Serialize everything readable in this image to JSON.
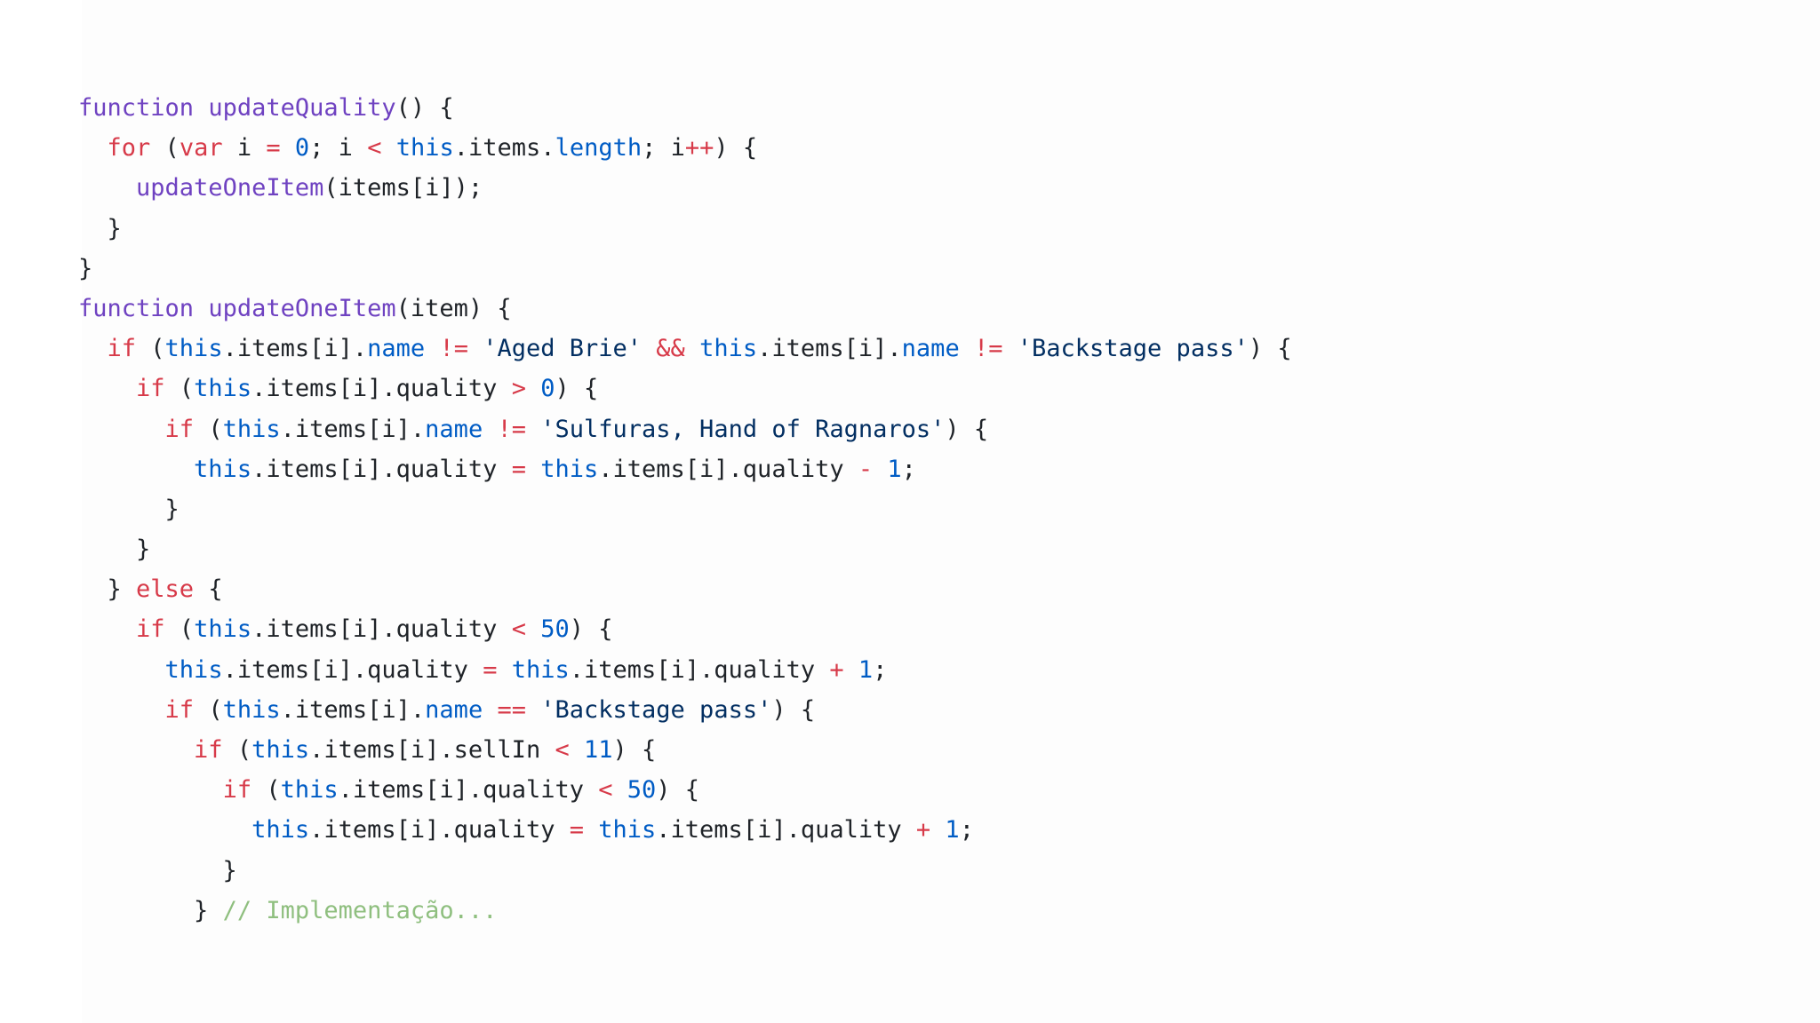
{
  "colors": {
    "plain": "#1f2328",
    "function_keyword": "#6f42c1",
    "function_name": "#6f42c1",
    "keyword": "#d73a49",
    "operator": "#d73a49",
    "this": "#005cc5",
    "property": "#005cc5",
    "number": "#005cc5",
    "string": "#032f62",
    "comment": "#8fbf7f"
  },
  "code": {
    "lines": [
      [
        [
          "fk",
          "function"
        ],
        [
          "p",
          " "
        ],
        [
          "fn",
          "updateQuality"
        ],
        [
          "p",
          "() {"
        ]
      ],
      [
        [
          "p",
          "  "
        ],
        [
          "kw",
          "for"
        ],
        [
          "p",
          " ("
        ],
        [
          "kw",
          "var"
        ],
        [
          "p",
          " i "
        ],
        [
          "op",
          "="
        ],
        [
          "p",
          " "
        ],
        [
          "num",
          "0"
        ],
        [
          "p",
          "; i "
        ],
        [
          "op",
          "<"
        ],
        [
          "p",
          " "
        ],
        [
          "th",
          "this"
        ],
        [
          "p",
          ".items."
        ],
        [
          "pr",
          "length"
        ],
        [
          "p",
          "; i"
        ],
        [
          "op",
          "++"
        ],
        [
          "p",
          ") {"
        ]
      ],
      [
        [
          "p",
          "    "
        ],
        [
          "fn",
          "updateOneItem"
        ],
        [
          "p",
          "(items[i]);"
        ]
      ],
      [
        [
          "p",
          "  }"
        ]
      ],
      [
        [
          "p",
          "}"
        ]
      ],
      [
        [
          "fk",
          "function"
        ],
        [
          "p",
          " "
        ],
        [
          "fn",
          "updateOneItem"
        ],
        [
          "p",
          "(item) {"
        ]
      ],
      [
        [
          "p",
          "  "
        ],
        [
          "kw",
          "if"
        ],
        [
          "p",
          " ("
        ],
        [
          "th",
          "this"
        ],
        [
          "p",
          ".items[i]."
        ],
        [
          "pr",
          "name"
        ],
        [
          "p",
          " "
        ],
        [
          "op",
          "!="
        ],
        [
          "p",
          " "
        ],
        [
          "st",
          "'Aged Brie'"
        ],
        [
          "p",
          " "
        ],
        [
          "op",
          "&&"
        ],
        [
          "p",
          " "
        ],
        [
          "th",
          "this"
        ],
        [
          "p",
          ".items[i]."
        ],
        [
          "pr",
          "name"
        ],
        [
          "p",
          " "
        ],
        [
          "op",
          "!="
        ],
        [
          "p",
          " "
        ],
        [
          "st",
          "'Backstage pass'"
        ],
        [
          "p",
          ") {"
        ]
      ],
      [
        [
          "p",
          "    "
        ],
        [
          "kw",
          "if"
        ],
        [
          "p",
          " ("
        ],
        [
          "th",
          "this"
        ],
        [
          "p",
          ".items[i].quality "
        ],
        [
          "op",
          ">"
        ],
        [
          "p",
          " "
        ],
        [
          "num",
          "0"
        ],
        [
          "p",
          ") {"
        ]
      ],
      [
        [
          "p",
          "      "
        ],
        [
          "kw",
          "if"
        ],
        [
          "p",
          " ("
        ],
        [
          "th",
          "this"
        ],
        [
          "p",
          ".items[i]."
        ],
        [
          "pr",
          "name"
        ],
        [
          "p",
          " "
        ],
        [
          "op",
          "!="
        ],
        [
          "p",
          " "
        ],
        [
          "st",
          "'Sulfuras, Hand of Ragnaros'"
        ],
        [
          "p",
          ") {"
        ]
      ],
      [
        [
          "p",
          "        "
        ],
        [
          "th",
          "this"
        ],
        [
          "p",
          ".items[i].quality "
        ],
        [
          "op",
          "="
        ],
        [
          "p",
          " "
        ],
        [
          "th",
          "this"
        ],
        [
          "p",
          ".items[i].quality "
        ],
        [
          "op",
          "-"
        ],
        [
          "p",
          " "
        ],
        [
          "num",
          "1"
        ],
        [
          "p",
          ";"
        ]
      ],
      [
        [
          "p",
          "      }"
        ]
      ],
      [
        [
          "p",
          "    }"
        ]
      ],
      [
        [
          "p",
          "  } "
        ],
        [
          "kw",
          "else"
        ],
        [
          "p",
          " {"
        ]
      ],
      [
        [
          "p",
          "    "
        ],
        [
          "kw",
          "if"
        ],
        [
          "p",
          " ("
        ],
        [
          "th",
          "this"
        ],
        [
          "p",
          ".items[i].quality "
        ],
        [
          "op",
          "<"
        ],
        [
          "p",
          " "
        ],
        [
          "num",
          "50"
        ],
        [
          "p",
          ") {"
        ]
      ],
      [
        [
          "p",
          "      "
        ],
        [
          "th",
          "this"
        ],
        [
          "p",
          ".items[i].quality "
        ],
        [
          "op",
          "="
        ],
        [
          "p",
          " "
        ],
        [
          "th",
          "this"
        ],
        [
          "p",
          ".items[i].quality "
        ],
        [
          "op",
          "+"
        ],
        [
          "p",
          " "
        ],
        [
          "num",
          "1"
        ],
        [
          "p",
          ";"
        ]
      ],
      [
        [
          "p",
          "      "
        ],
        [
          "kw",
          "if"
        ],
        [
          "p",
          " ("
        ],
        [
          "th",
          "this"
        ],
        [
          "p",
          ".items[i]."
        ],
        [
          "pr",
          "name"
        ],
        [
          "p",
          " "
        ],
        [
          "op",
          "=="
        ],
        [
          "p",
          " "
        ],
        [
          "st",
          "'Backstage pass'"
        ],
        [
          "p",
          ") {"
        ]
      ],
      [
        [
          "p",
          "        "
        ],
        [
          "kw",
          "if"
        ],
        [
          "p",
          " ("
        ],
        [
          "th",
          "this"
        ],
        [
          "p",
          ".items[i].sellIn "
        ],
        [
          "op",
          "<"
        ],
        [
          "p",
          " "
        ],
        [
          "num",
          "11"
        ],
        [
          "p",
          ") {"
        ]
      ],
      [
        [
          "p",
          "          "
        ],
        [
          "kw",
          "if"
        ],
        [
          "p",
          " ("
        ],
        [
          "th",
          "this"
        ],
        [
          "p",
          ".items[i].quality "
        ],
        [
          "op",
          "<"
        ],
        [
          "p",
          " "
        ],
        [
          "num",
          "50"
        ],
        [
          "p",
          ") {"
        ]
      ],
      [
        [
          "p",
          "            "
        ],
        [
          "th",
          "this"
        ],
        [
          "p",
          ".items[i].quality "
        ],
        [
          "op",
          "="
        ],
        [
          "p",
          " "
        ],
        [
          "th",
          "this"
        ],
        [
          "p",
          ".items[i].quality "
        ],
        [
          "op",
          "+"
        ],
        [
          "p",
          " "
        ],
        [
          "num",
          "1"
        ],
        [
          "p",
          ";"
        ]
      ],
      [
        [
          "p",
          "          }"
        ]
      ],
      [
        [
          "p",
          "        } "
        ],
        [
          "cm",
          "// Implementação..."
        ]
      ]
    ]
  }
}
